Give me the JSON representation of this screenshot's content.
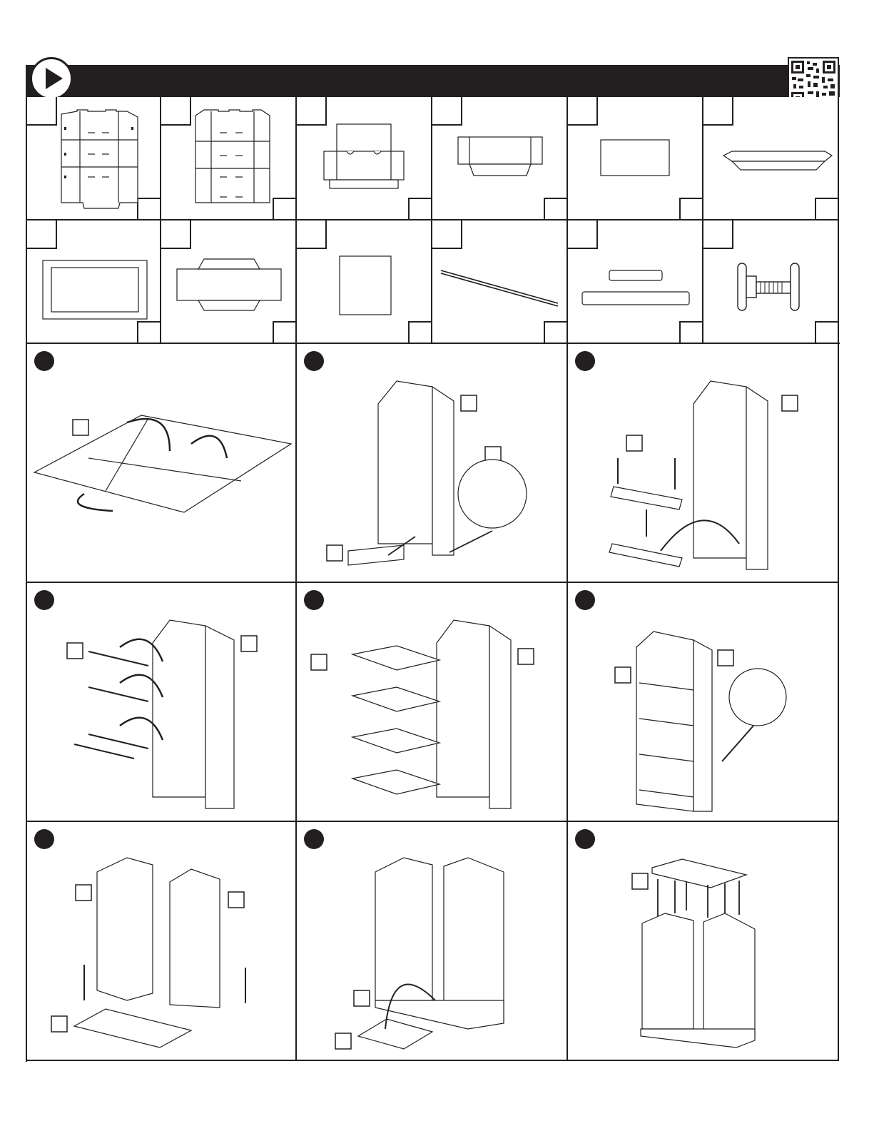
{
  "header": {
    "title": "",
    "play_icon": "play-icon",
    "qr_icon": "qr-code"
  },
  "parts": [
    {
      "shape": "side-panel-a"
    },
    {
      "shape": "side-panel-b"
    },
    {
      "shape": "base-tray-flat"
    },
    {
      "shape": "shelf-flat"
    },
    {
      "shape": "back-card"
    },
    {
      "shape": "front-lip"
    },
    {
      "shape": "base-frame-flat"
    },
    {
      "shape": "top-tray-flat"
    },
    {
      "shape": "divider-card"
    },
    {
      "shape": "wire-rod"
    },
    {
      "shape": "slotted-strips"
    },
    {
      "shape": "bolt-pin"
    }
  ],
  "steps": [
    {
      "illustration": "fold-panel"
    },
    {
      "illustration": "insert-pin"
    },
    {
      "illustration": "insert-dividers"
    },
    {
      "illustration": "insert-rods"
    },
    {
      "illustration": "insert-shelves"
    },
    {
      "illustration": "lock-shelves"
    },
    {
      "illustration": "place-in-base"
    },
    {
      "illustration": "insert-card"
    },
    {
      "illustration": "attach-top"
    }
  ],
  "colors": {
    "ink": "#231f20",
    "paper": "#ffffff"
  }
}
